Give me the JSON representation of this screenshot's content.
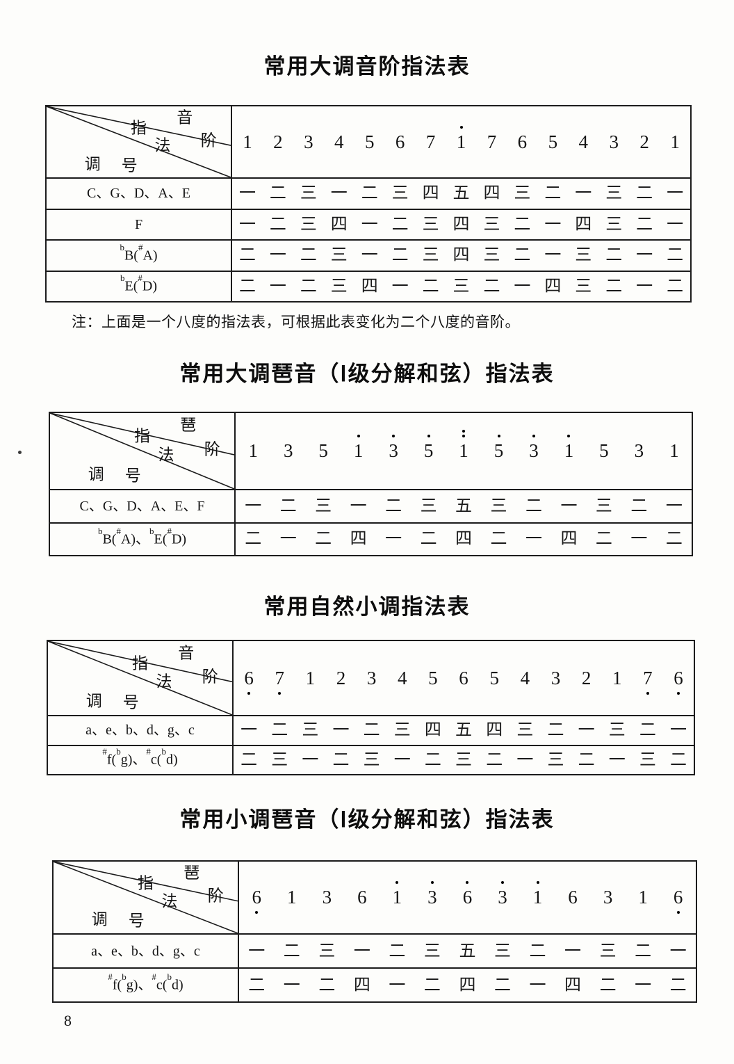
{
  "page_number": "8",
  "tables": [
    {
      "title": "常用大调音阶指法表",
      "header": {
        "top": [
          "音",
          "阶"
        ],
        "mid": [
          "指",
          "法"
        ],
        "bot": [
          "调",
          "号"
        ]
      },
      "degrees": [
        {
          "v": "1",
          "d": 0
        },
        {
          "v": "2",
          "d": 0
        },
        {
          "v": "3",
          "d": 0
        },
        {
          "v": "4",
          "d": 0
        },
        {
          "v": "5",
          "d": 0
        },
        {
          "v": "6",
          "d": 0
        },
        {
          "v": "7",
          "d": 0
        },
        {
          "v": "1",
          "d": 1
        },
        {
          "v": "7",
          "d": 0
        },
        {
          "v": "6",
          "d": 0
        },
        {
          "v": "5",
          "d": 0
        },
        {
          "v": "4",
          "d": 0
        },
        {
          "v": "3",
          "d": 0
        },
        {
          "v": "2",
          "d": 0
        },
        {
          "v": "1",
          "d": 0
        }
      ],
      "rows": [
        {
          "key": [
            {
              "t": "C、G、D、A、E"
            }
          ],
          "fingers": [
            "一",
            "二",
            "三",
            "一",
            "二",
            "三",
            "四",
            "五",
            "四",
            "三",
            "二",
            "一",
            "三",
            "二",
            "一"
          ]
        },
        {
          "key": [
            {
              "t": "F"
            }
          ],
          "fingers": [
            "一",
            "二",
            "三",
            "四",
            "一",
            "二",
            "三",
            "四",
            "三",
            "二",
            "一",
            "四",
            "三",
            "二",
            "一"
          ]
        },
        {
          "key": [
            {
              "s": "b"
            },
            {
              "t": "B("
            },
            {
              "s": "#"
            },
            {
              "t": "A)"
            }
          ],
          "fingers": [
            "二",
            "一",
            "二",
            "三",
            "一",
            "二",
            "三",
            "四",
            "三",
            "二",
            "一",
            "三",
            "二",
            "一",
            "二"
          ]
        },
        {
          "key": [
            {
              "s": "b"
            },
            {
              "t": "E("
            },
            {
              "s": "#"
            },
            {
              "t": "D)"
            }
          ],
          "fingers": [
            "二",
            "一",
            "二",
            "三",
            "四",
            "一",
            "二",
            "三",
            "二",
            "一",
            "四",
            "三",
            "二",
            "一",
            "二"
          ]
        }
      ],
      "note": "注：上面是一个八度的指法表，可根据此表变化为二个八度的音阶。"
    },
    {
      "title": "常用大调琶音（Ⅰ级分解和弦）指法表",
      "header": {
        "top": [
          "琶",
          "阶"
        ],
        "mid": [
          "指",
          "法"
        ],
        "bot": [
          "调",
          "号"
        ]
      },
      "degrees": [
        {
          "v": "1",
          "d": 0
        },
        {
          "v": "3",
          "d": 0
        },
        {
          "v": "5",
          "d": 0
        },
        {
          "v": "1",
          "d": 1
        },
        {
          "v": "3",
          "d": 1
        },
        {
          "v": "5",
          "d": 1
        },
        {
          "v": "1",
          "d": 2
        },
        {
          "v": "5",
          "d": 1
        },
        {
          "v": "3",
          "d": 1
        },
        {
          "v": "1",
          "d": 1
        },
        {
          "v": "5",
          "d": 0
        },
        {
          "v": "3",
          "d": 0
        },
        {
          "v": "1",
          "d": 0
        }
      ],
      "rows": [
        {
          "key": [
            {
              "t": "C、G、D、A、E、F"
            }
          ],
          "fingers": [
            "一",
            "二",
            "三",
            "一",
            "二",
            "三",
            "五",
            "三",
            "二",
            "一",
            "三",
            "二",
            "一"
          ]
        },
        {
          "key": [
            {
              "s": "b"
            },
            {
              "t": "B("
            },
            {
              "s": "#"
            },
            {
              "t": "A)、"
            },
            {
              "s": "b"
            },
            {
              "t": "E("
            },
            {
              "s": "#"
            },
            {
              "t": "D)"
            }
          ],
          "fingers": [
            "二",
            "一",
            "二",
            "四",
            "一",
            "二",
            "四",
            "二",
            "一",
            "四",
            "二",
            "一",
            "二"
          ]
        }
      ]
    },
    {
      "title": "常用自然小调指法表",
      "header": {
        "top": [
          "音",
          "阶"
        ],
        "mid": [
          "指",
          "法"
        ],
        "bot": [
          "调",
          "号"
        ]
      },
      "degrees": [
        {
          "v": "6",
          "d": -1
        },
        {
          "v": "7",
          "d": -1
        },
        {
          "v": "1",
          "d": 0
        },
        {
          "v": "2",
          "d": 0
        },
        {
          "v": "3",
          "d": 0
        },
        {
          "v": "4",
          "d": 0
        },
        {
          "v": "5",
          "d": 0
        },
        {
          "v": "6",
          "d": 0
        },
        {
          "v": "5",
          "d": 0
        },
        {
          "v": "4",
          "d": 0
        },
        {
          "v": "3",
          "d": 0
        },
        {
          "v": "2",
          "d": 0
        },
        {
          "v": "1",
          "d": 0
        },
        {
          "v": "7",
          "d": -1
        },
        {
          "v": "6",
          "d": -1
        }
      ],
      "rows": [
        {
          "key": [
            {
              "t": "a、e、b、d、g、c"
            }
          ],
          "fingers": [
            "一",
            "二",
            "三",
            "一",
            "二",
            "三",
            "四",
            "五",
            "四",
            "三",
            "二",
            "一",
            "三",
            "二",
            "一"
          ]
        },
        {
          "key": [
            {
              "s": "#"
            },
            {
              "t": "f("
            },
            {
              "s": "b"
            },
            {
              "t": "g)、"
            },
            {
              "s": "#"
            },
            {
              "t": "c("
            },
            {
              "s": "b"
            },
            {
              "t": "d)"
            }
          ],
          "fingers": [
            "二",
            "三",
            "一",
            "二",
            "三",
            "一",
            "二",
            "三",
            "二",
            "一",
            "三",
            "二",
            "一",
            "三",
            "二"
          ]
        }
      ]
    },
    {
      "title": "常用小调琶音（Ⅰ级分解和弦）指法表",
      "header": {
        "top": [
          "琶",
          "阶"
        ],
        "mid": [
          "指",
          "法"
        ],
        "bot": [
          "调",
          "号"
        ]
      },
      "degrees": [
        {
          "v": "6",
          "d": -1
        },
        {
          "v": "1",
          "d": 0
        },
        {
          "v": "3",
          "d": 0
        },
        {
          "v": "6",
          "d": 0
        },
        {
          "v": "1",
          "d": 1
        },
        {
          "v": "3",
          "d": 1
        },
        {
          "v": "6",
          "d": 1
        },
        {
          "v": "3",
          "d": 1
        },
        {
          "v": "1",
          "d": 1
        },
        {
          "v": "6",
          "d": 0
        },
        {
          "v": "3",
          "d": 0
        },
        {
          "v": "1",
          "d": 0
        },
        {
          "v": "6",
          "d": -1
        }
      ],
      "rows": [
        {
          "key": [
            {
              "t": "a、e、b、d、g、c"
            }
          ],
          "fingers": [
            "一",
            "二",
            "三",
            "一",
            "二",
            "三",
            "五",
            "三",
            "二",
            "一",
            "三",
            "二",
            "一"
          ]
        },
        {
          "key": [
            {
              "s": "#"
            },
            {
              "t": "f("
            },
            {
              "s": "b"
            },
            {
              "t": "g)、"
            },
            {
              "s": "#"
            },
            {
              "t": "c("
            },
            {
              "s": "b"
            },
            {
              "t": "d)"
            }
          ],
          "fingers": [
            "二",
            "一",
            "二",
            "四",
            "一",
            "二",
            "四",
            "二",
            "一",
            "四",
            "二",
            "一",
            "二"
          ]
        }
      ]
    }
  ]
}
